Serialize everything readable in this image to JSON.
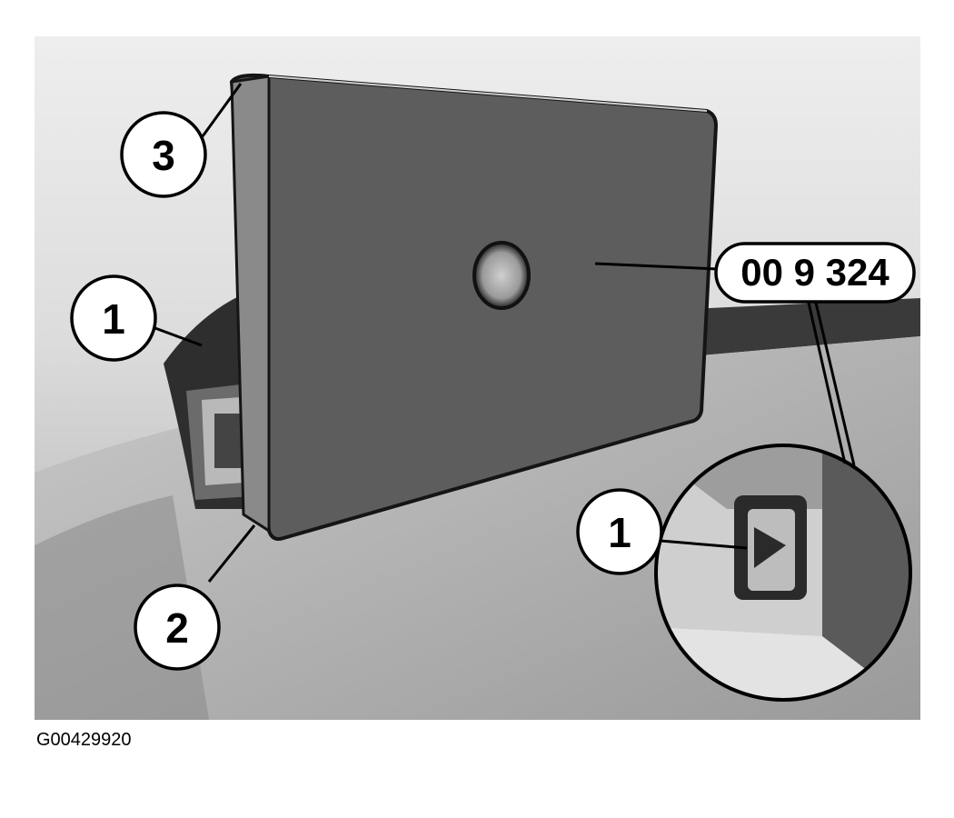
{
  "figure": {
    "id": "G00429920",
    "tool_label": "00 9 324",
    "callouts": [
      "1",
      "2",
      "3",
      "1"
    ]
  },
  "colors": {
    "background_top": "#e9e9e9",
    "background_bottom": "#a8a8a8",
    "plate": "#5d5d5d",
    "plate_edge": "#1a1a1a",
    "callout_fill": "#ffffff",
    "callout_stroke": "#000000"
  }
}
